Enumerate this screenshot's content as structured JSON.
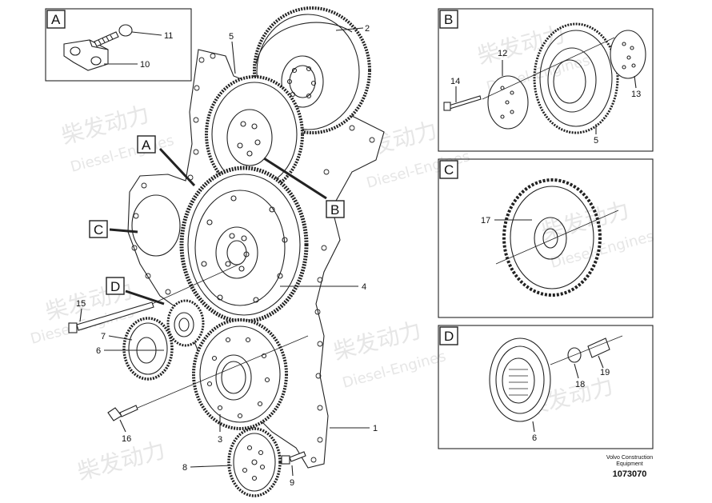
{
  "colors": {
    "line": "#222222",
    "watermark": "#e4e4e4",
    "background": "#ffffff"
  },
  "watermark": {
    "cn": "柴发动力",
    "en": "Diesel-Engines"
  },
  "callouts": {
    "main": [
      "1",
      "2",
      "3",
      "4",
      "5",
      "6",
      "7",
      "8",
      "9",
      "15",
      "16"
    ],
    "inset_a": [
      "11",
      "10"
    ],
    "inset_b": [
      "12",
      "14",
      "13",
      "5"
    ],
    "inset_c": [
      "17"
    ],
    "inset_d": [
      "18",
      "19",
      "6"
    ]
  },
  "view_labels": {
    "A": "A",
    "B": "B",
    "C": "C",
    "D": "D"
  },
  "credit": {
    "line1": "Volvo Construction",
    "line2": "Equipment"
  },
  "drawing_number": "1073070"
}
